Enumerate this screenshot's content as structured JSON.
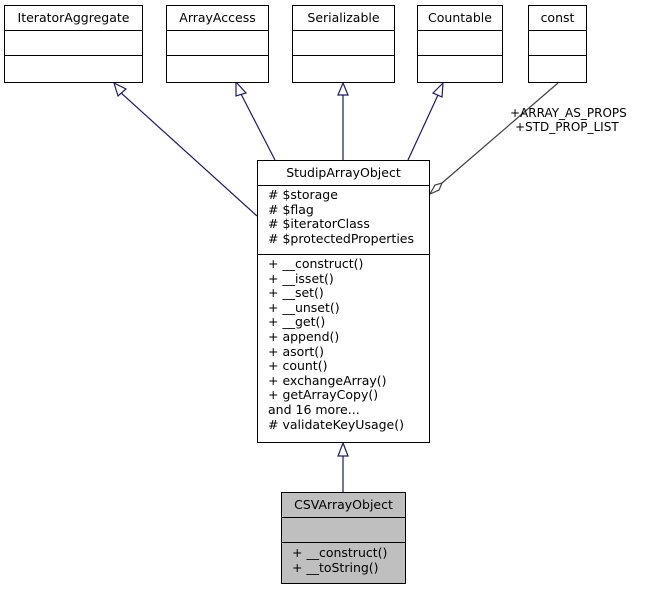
{
  "interfaces": [
    {
      "name": "IteratorAggregate"
    },
    {
      "name": "ArrayAccess"
    },
    {
      "name": "Serializable"
    },
    {
      "name": "Countable"
    },
    {
      "name": "const"
    }
  ],
  "edge_label": {
    "line1": "+ARRAY_AS_PROPS",
    "line2": "+STD_PROP_LIST"
  },
  "studip": {
    "name": "StudipArrayObject",
    "attributes": [
      "# $storage",
      "# $flag",
      "# $iteratorClass",
      "# $protectedProperties"
    ],
    "methods": [
      "+ __construct()",
      "+ __isset()",
      "+ __set()",
      "+ __unset()",
      "+ __get()",
      "+ append()",
      "+ asort()",
      "+ count()",
      "+ exchangeArray()",
      "+ getArrayCopy()",
      "and 16 more...",
      "# validateKeyUsage()"
    ]
  },
  "csv": {
    "name": "CSVArrayObject",
    "methods": [
      "+ __construct()",
      "+ __toString()"
    ]
  },
  "colors": {
    "edge": "#191970",
    "aggregation_edge": "#404040",
    "highlight_fill": "#bfbfbf"
  }
}
